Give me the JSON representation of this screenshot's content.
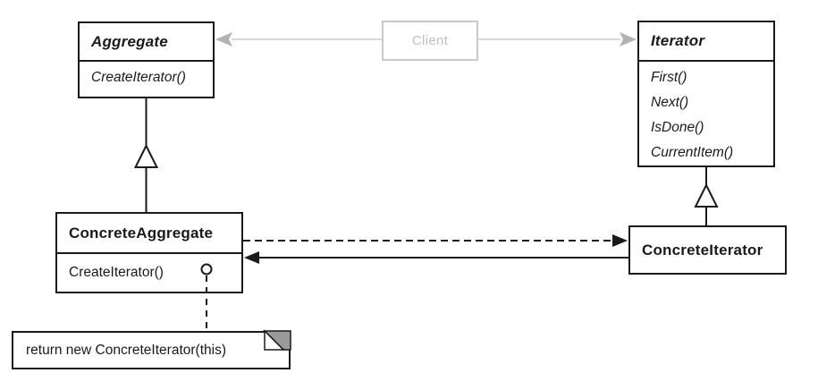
{
  "colors": {
    "line": "#1a1a1a",
    "client_border": "#c9c9c9",
    "client_text": "#c0c0c0",
    "client_line": "#d9d9d9",
    "client_arrow": "#b3b3b3",
    "note_fold": "#9a9a9a"
  },
  "classes": {
    "aggregate": {
      "name": "Aggregate",
      "abstract": true,
      "methods": [
        "CreateIterator()"
      ]
    },
    "iterator": {
      "name": "Iterator",
      "abstract": true,
      "methods": [
        "First()",
        "Next()",
        "IsDone()",
        "CurrentItem()"
      ]
    },
    "concrete_aggregate": {
      "name": "ConcreteAggregate",
      "abstract": false,
      "methods": [
        "CreateIterator()"
      ]
    },
    "concrete_iterator": {
      "name": "ConcreteIterator",
      "abstract": false,
      "methods": []
    }
  },
  "client": {
    "label": "Client"
  },
  "note": {
    "text": "return new ConcreteIterator(this)"
  },
  "relationships": [
    {
      "from": "Client",
      "to": "Aggregate",
      "type": "association",
      "style": "gray-solid-arrow"
    },
    {
      "from": "Client",
      "to": "Iterator",
      "type": "association",
      "style": "gray-solid-arrow"
    },
    {
      "from": "ConcreteAggregate",
      "to": "Aggregate",
      "type": "inheritance",
      "style": "hollow-triangle"
    },
    {
      "from": "ConcreteIterator",
      "to": "Iterator",
      "type": "inheritance",
      "style": "hollow-triangle"
    },
    {
      "from": "ConcreteAggregate",
      "to": "ConcreteIterator",
      "type": "creates",
      "style": "dashed-filled-arrow"
    },
    {
      "from": "ConcreteIterator",
      "to": "ConcreteAggregate",
      "type": "association",
      "style": "solid-filled-arrow"
    },
    {
      "from": "ConcreteAggregate.CreateIterator()",
      "to": "note",
      "type": "note-anchor",
      "style": "circle-dashed-line"
    }
  ]
}
